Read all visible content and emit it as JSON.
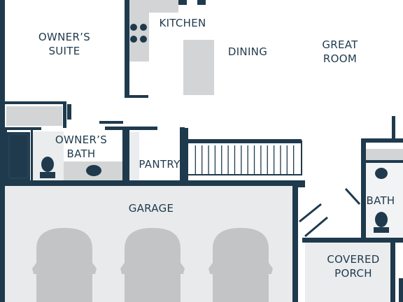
{
  "floor_plan": {
    "colors": {
      "wall": "#1f3a4d",
      "fixture": "#d2d4d5",
      "garage_floor": "#e9eaeb",
      "car": "#c2c4c5",
      "background": "#ffffff",
      "label": "#1f3a4d"
    },
    "rooms": {
      "owners_suite": {
        "line1": "OWNER’S",
        "line2": "SUITE"
      },
      "kitchen": {
        "label": "KITCHEN"
      },
      "dining": {
        "label": "DINING"
      },
      "great_room": {
        "line1": "GREAT",
        "line2": "ROOM"
      },
      "owners_bath": {
        "line1": "OWNER’S",
        "line2": "BATH"
      },
      "pantry": {
        "label": "PANTRY"
      },
      "garage": {
        "label": "GARAGE"
      },
      "bath": {
        "label": "BATH"
      },
      "covered_porch": {
        "line1": "COVERED",
        "line2": "PORCH"
      }
    },
    "garage_car_count": 3,
    "stair_tread_count": 16
  }
}
